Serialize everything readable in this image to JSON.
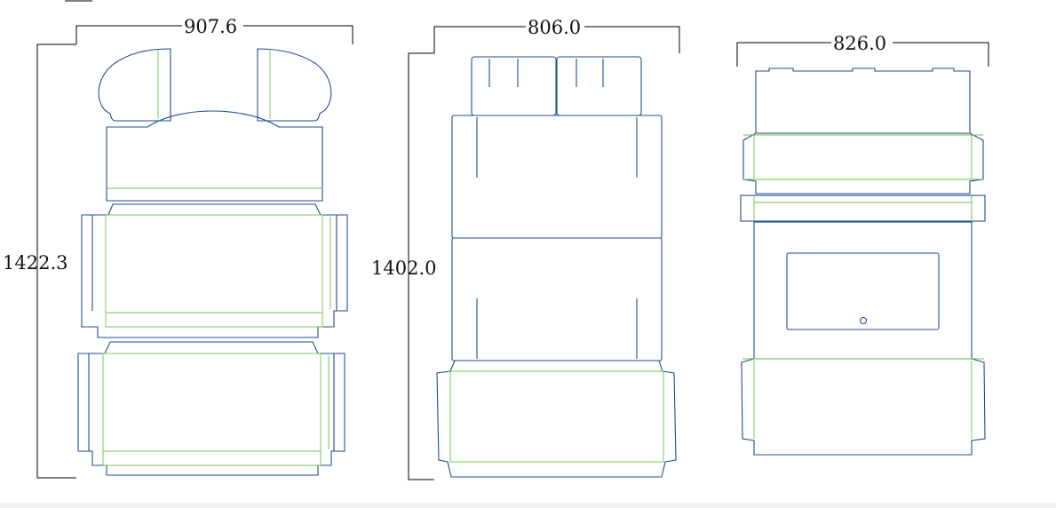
{
  "colors": {
    "cut_line": "#1f4e8c",
    "fold_line": "#6fbf4a",
    "dimension_line": "#000000",
    "background": "#ffffff"
  },
  "dielines": [
    {
      "width_label": "907.6",
      "height_label": "1422.3"
    },
    {
      "width_label": "806.0",
      "height_label": "1402.0"
    },
    {
      "width_label": "826.0"
    }
  ]
}
